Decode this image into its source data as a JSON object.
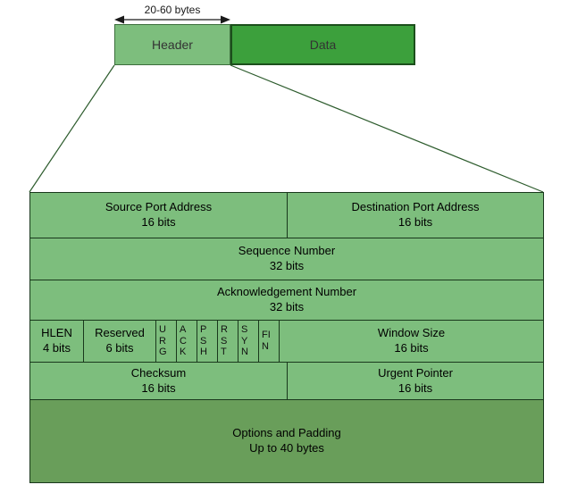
{
  "top_bar": {
    "size_label": "20-60 bytes",
    "header_label": "Header",
    "data_label": "Data"
  },
  "colors": {
    "row_green": "#7dbe7d",
    "data_green": "#3ca03c",
    "options_green": "#699e5a",
    "border_dark": "#19381c",
    "connector_green": "#2d5c2d"
  },
  "tcp_table": {
    "rows": [
      {
        "cells": [
          {
            "title": "Source Port Address",
            "sub": "16 bits"
          },
          {
            "title": "Destination Port Address",
            "sub": "16 bits"
          }
        ]
      },
      {
        "cells": [
          {
            "title": "Sequence Number",
            "sub": "32 bits"
          }
        ]
      },
      {
        "cells": [
          {
            "title": "Acknowledgement Number",
            "sub": "32 bits"
          }
        ]
      },
      {
        "cells": [
          {
            "title": "HLEN",
            "sub": "4 bits"
          },
          {
            "title": "Reserved",
            "sub": "6 bits"
          },
          {
            "flag": "URG"
          },
          {
            "flag": "ACK"
          },
          {
            "flag": "PSH"
          },
          {
            "flag": "RST"
          },
          {
            "flag": "SYN"
          },
          {
            "flag": "FIN"
          },
          {
            "title": "Window Size",
            "sub": "16 bits"
          }
        ]
      },
      {
        "cells": [
          {
            "title": "Checksum",
            "sub": "16 bits"
          },
          {
            "title": "Urgent Pointer",
            "sub": "16 bits"
          }
        ]
      },
      {
        "cells": [
          {
            "title": "Options and Padding",
            "sub": "Up to 40 bytes"
          }
        ]
      }
    ]
  }
}
